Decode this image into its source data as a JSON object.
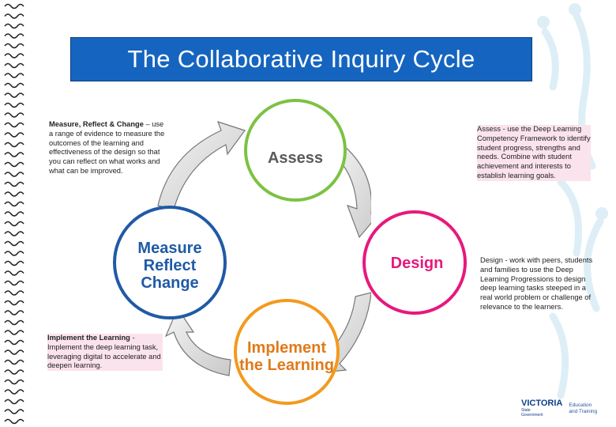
{
  "title": "The Collaborative Inquiry Cycle",
  "stages": {
    "assess": {
      "label": "Assess",
      "color": "#7cc243"
    },
    "design": {
      "label": "Design",
      "color": "#e6197d"
    },
    "implement": {
      "line1": "Implement",
      "line2": "the Learning",
      "color": "#f29a1f"
    },
    "measure": {
      "line1": "Measure",
      "line2": "Reflect",
      "line3": "Change",
      "color": "#1f5aa6"
    }
  },
  "notes": {
    "measure": {
      "heading": "Measure, Reflect & Change",
      "text": " – use a range of evidence to measure the outcomes of the learning and effectiveness of the design so that you can reflect on what works and what can be improved."
    },
    "assess": {
      "text": "Assess - use the Deep Learning Competency Framework to identify student progress, strengths and needs. Combine with student achievement and interests to establish learning goals."
    },
    "design": {
      "text": "Design - work with peers, students and families to use the Deep Learning Progressions to design deep learning tasks steeped in a real world problem or challenge of relevance to the learners."
    },
    "implement": {
      "heading": "Implement the Learning",
      "text": " - Implement the deep learning task, leveraging digital to accelerate and deepen learning."
    }
  },
  "logo": {
    "name": "VICTORIA",
    "sub1": "State",
    "sub2": "Government",
    "dept1": "Education",
    "dept2": "and Training"
  }
}
